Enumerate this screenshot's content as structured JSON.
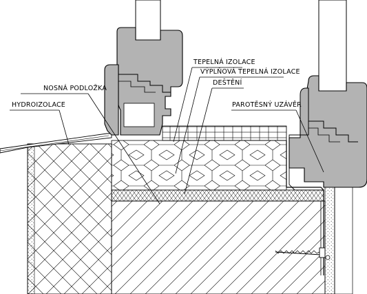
{
  "labels": {
    "tepelna_izolace": "TEPELNÁ IZOLACE",
    "vyplnova_tepelna_izolace": "VÝPLŇOVÁ TEPELNÁ IZOLACE",
    "desteni": "DEŠTĚNÍ",
    "parotesny_uzaver": "PAROTĚSNÝ UZÁVĚR",
    "nosna_podlozka": "NOSNÁ PODLOŽKA",
    "hydroizolace": "HYDROIZOLACE"
  },
  "colors": {
    "frame_fill": "#b3b3b3",
    "line": "#000000",
    "background": "#ffffff",
    "plaster": "#f2f2f2"
  }
}
